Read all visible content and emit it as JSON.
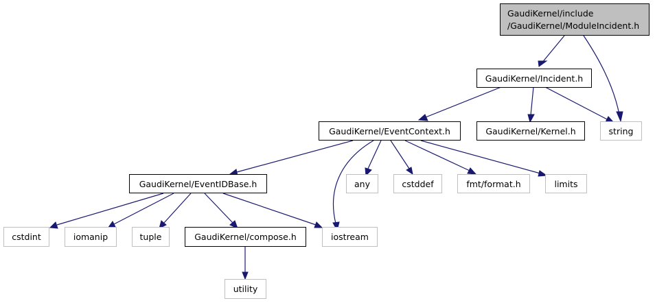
{
  "colors": {
    "edge": "#191970",
    "root_fill": "#bfbfbf",
    "file_border": "#000000",
    "system_border": "#bfbfbf",
    "background": "#ffffff"
  },
  "nodes": {
    "module_incident": {
      "lines": [
        "GaudiKernel/include",
        "/GaudiKernel/ModuleIncident.h"
      ],
      "kind": "root"
    },
    "incident": {
      "label": "GaudiKernel/Incident.h",
      "kind": "file"
    },
    "string": {
      "label": "string",
      "kind": "system"
    },
    "event_context": {
      "label": "GaudiKernel/EventContext.h",
      "kind": "file"
    },
    "kernel": {
      "label": "GaudiKernel/Kernel.h",
      "kind": "file"
    },
    "event_id_base": {
      "label": "GaudiKernel/EventIDBase.h",
      "kind": "file"
    },
    "any": {
      "label": "any",
      "kind": "system"
    },
    "cstddef": {
      "label": "cstddef",
      "kind": "system"
    },
    "fmt_format": {
      "label": "fmt/format.h",
      "kind": "system"
    },
    "limits": {
      "label": "limits",
      "kind": "system"
    },
    "cstdint": {
      "label": "cstdint",
      "kind": "system"
    },
    "iomanip": {
      "label": "iomanip",
      "kind": "system"
    },
    "tuple": {
      "label": "tuple",
      "kind": "system"
    },
    "compose": {
      "label": "GaudiKernel/compose.h",
      "kind": "file"
    },
    "iostream": {
      "label": "iostream",
      "kind": "system"
    },
    "utility": {
      "label": "utility",
      "kind": "system"
    }
  },
  "edges": [
    {
      "from": "module_incident",
      "to": "incident"
    },
    {
      "from": "module_incident",
      "to": "string"
    },
    {
      "from": "incident",
      "to": "event_context"
    },
    {
      "from": "incident",
      "to": "kernel"
    },
    {
      "from": "incident",
      "to": "string"
    },
    {
      "from": "event_context",
      "to": "event_id_base"
    },
    {
      "from": "event_context",
      "to": "iostream"
    },
    {
      "from": "event_context",
      "to": "any"
    },
    {
      "from": "event_context",
      "to": "cstddef"
    },
    {
      "from": "event_context",
      "to": "fmt_format"
    },
    {
      "from": "event_context",
      "to": "limits"
    },
    {
      "from": "event_id_base",
      "to": "cstdint"
    },
    {
      "from": "event_id_base",
      "to": "iomanip"
    },
    {
      "from": "event_id_base",
      "to": "tuple"
    },
    {
      "from": "event_id_base",
      "to": "compose"
    },
    {
      "from": "event_id_base",
      "to": "iostream"
    },
    {
      "from": "compose",
      "to": "utility"
    }
  ]
}
